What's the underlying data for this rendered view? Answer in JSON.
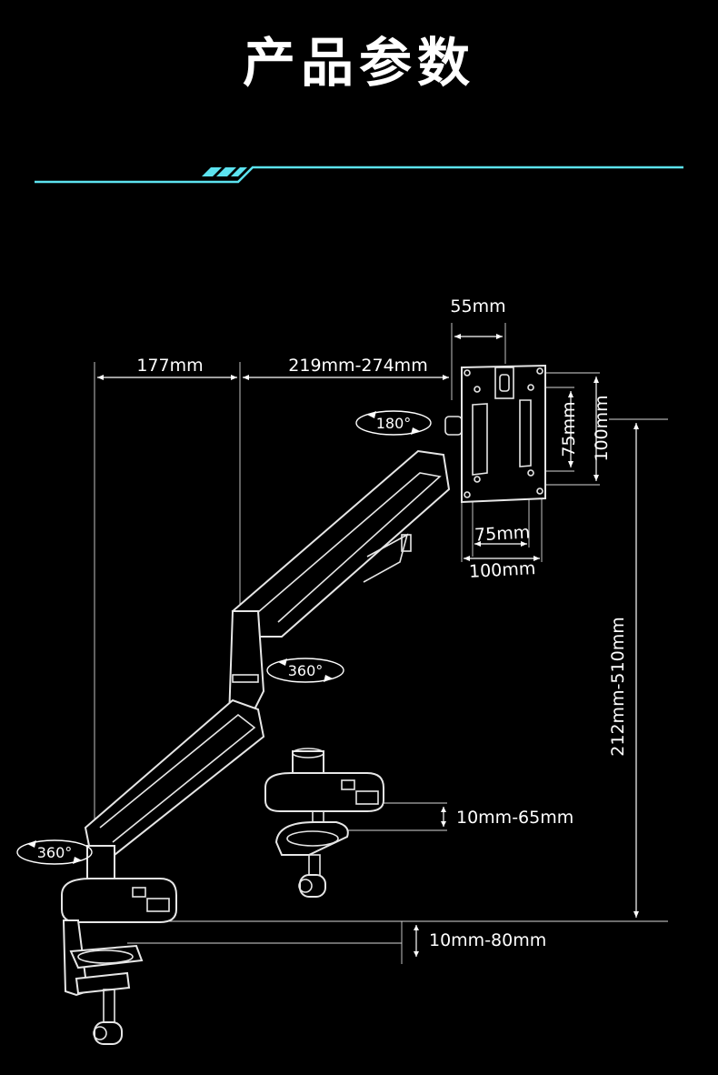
{
  "header": {
    "title": "产品参数"
  },
  "accent_color": "#5ce3f0",
  "dimensions": {
    "vesa_depth": "55mm",
    "base_offset": "177mm",
    "arm_reach": "219mm-274mm",
    "vesa_h_75": "75mm",
    "vesa_h_100": "100mm",
    "vesa_w_75": "75mm",
    "vesa_w_100": "100mm",
    "height_range": "212mm-510mm",
    "grommet_thickness": "10mm-65mm",
    "clamp_thickness": "10mm-80mm"
  },
  "rotations": {
    "tilt": "180°",
    "mid_joint": "360°",
    "base_joint": "360°"
  }
}
